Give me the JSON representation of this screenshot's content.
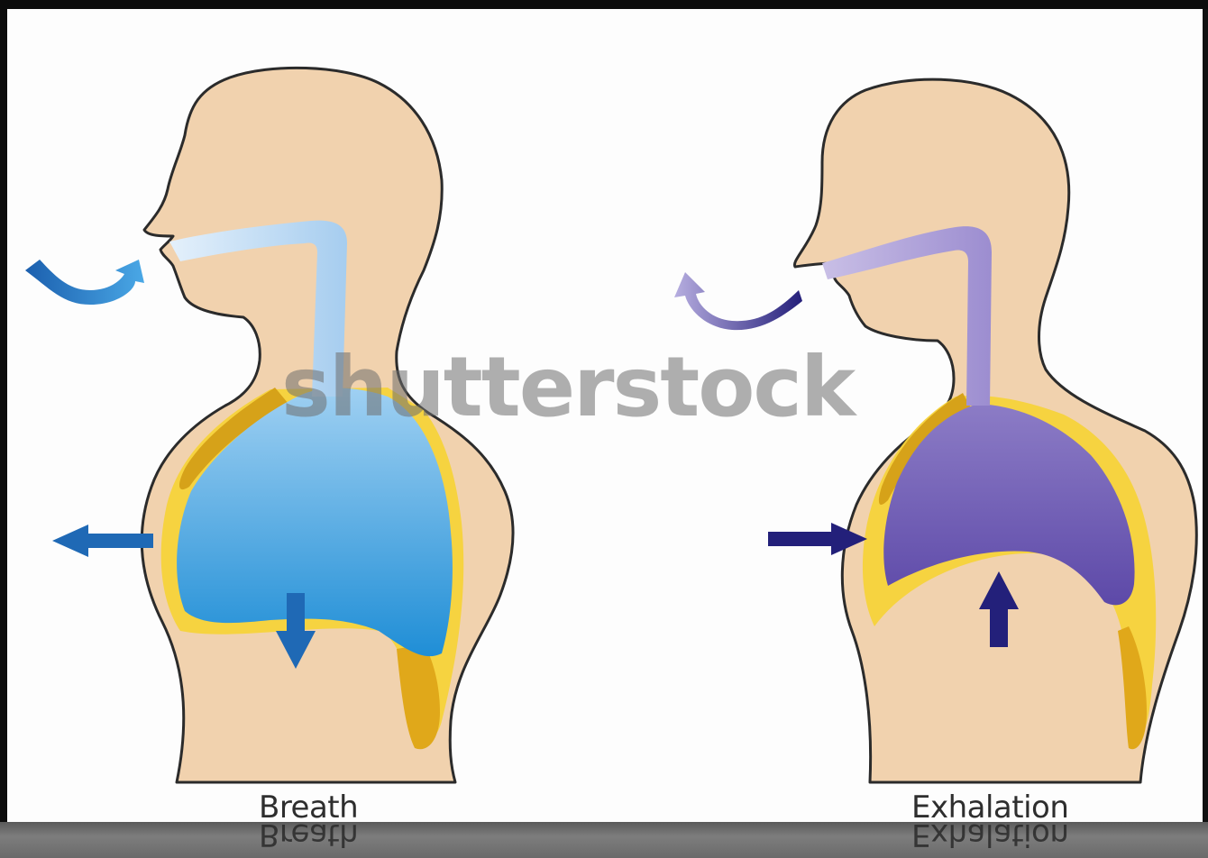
{
  "labels": {
    "left": "Breath",
    "right": "Exhalation"
  },
  "watermark": "shutterstock",
  "colors": {
    "skin": "#f1d2ae",
    "outline": "#2b2b2b",
    "pleura": "#f3cf2a",
    "rib": "#d9a418",
    "inhale_lung_top": "#8fc6ee",
    "inhale_lung_bottom": "#1f8fd6",
    "exhale_lung_top": "#9a88cf",
    "exhale_lung_bottom": "#5b47a6",
    "inhale_arrow": "#1f69b5",
    "exhale_arrow": "#23207a"
  }
}
